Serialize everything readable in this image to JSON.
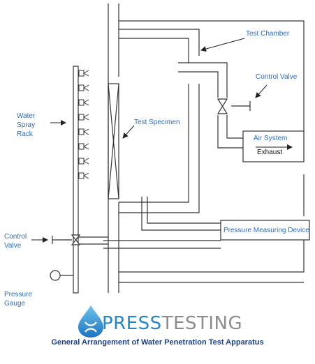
{
  "labels": {
    "test_chamber": "Test Chamber",
    "control_valve_top": "Control Valve",
    "water_spray_rack": "Water\nSpray\nRack",
    "test_specimen": "Test Specimen",
    "air_system": "Air System",
    "exhaust": "Exhaust",
    "pressure_measuring_device": "Pressure Measuring Device",
    "control_valve_left": "Control\nValve",
    "pressure_gauge": "Pressure\nGauge"
  },
  "logo": {
    "part1": "PRESS",
    "part2": "TESTING",
    "icon": "water-drop-icon"
  },
  "caption": "General Arrangement of Water Penetration Test Apparatus",
  "colors": {
    "label_blue": "#2e6cb5",
    "caption_navy": "#1d3f82",
    "logo_blue": "#2a84c8",
    "logo_gray": "#8c8c8c",
    "line": "#333333"
  },
  "spray_nozzle_count": 8
}
